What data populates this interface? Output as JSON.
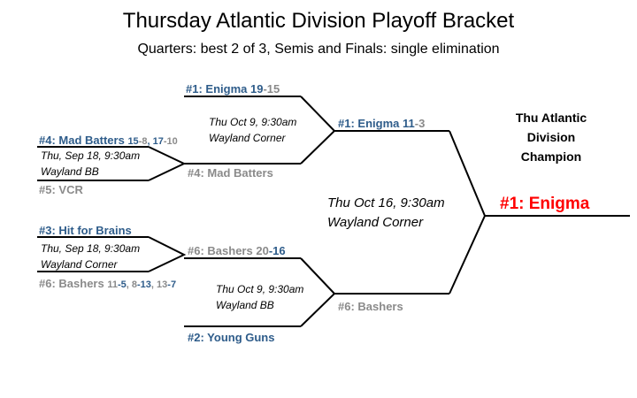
{
  "title": "Thursday Atlantic Division Playoff Bracket",
  "subtitle": "Quarters: best 2 of 3, Semis and Finals: single elimination",
  "quarter_top": {
    "team_a": {
      "label": "#4: Mad Batters",
      "s1a": "15",
      "s1b": "-8",
      "sep": ", ",
      "s2a": "17",
      "s2b": "-10"
    },
    "info": [
      "Thu, Sep 18, 9:30am",
      "Wayland BB"
    ],
    "team_b": "#5: VCR"
  },
  "quarter_bottom": {
    "team_a": "#3: Hit for Brains",
    "info": [
      "Thu, Sep 18, 9:30am",
      "Wayland Corner"
    ],
    "team_b": {
      "label": "#6: Bashers",
      "s1a": "11",
      "s1b": "-5",
      "sep1": ", ",
      "s2a": "8",
      "s2b": "-13",
      "sep2": ", ",
      "s3a": "13",
      "s3b": "-7"
    }
  },
  "semi_top": {
    "team_a": {
      "label": "#1: Enigma",
      "score_a": "19",
      "score_b": "-15"
    },
    "info": [
      "Thu Oct 9, 9:30am",
      "Wayland Corner"
    ],
    "team_b": "#4: Mad Batters"
  },
  "semi_bottom": {
    "team_a": {
      "label": "#6: Bashers",
      "score_a": "20",
      "score_b": "-16"
    },
    "info": [
      "Thu Oct 9, 9:30am",
      "Wayland BB"
    ],
    "team_b": "#2: Young Guns"
  },
  "final": {
    "team_a": {
      "label": "#1: Enigma",
      "score_a": "11",
      "score_b": "-3"
    },
    "info": [
      "Thu Oct 16, 9:30am",
      "Wayland Corner"
    ],
    "team_b": "#6: Bashers"
  },
  "champion": {
    "heading": [
      "Thu Atlantic",
      "Division",
      "Champion"
    ],
    "team": "#1: Enigma"
  },
  "colors": {
    "winner_blue": "#2e5c8a",
    "loser_gray": "#8a8a8a",
    "champion_red": "#ff0000"
  }
}
